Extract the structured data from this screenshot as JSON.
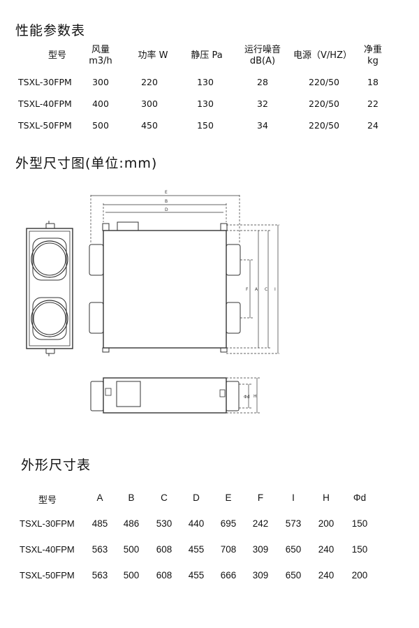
{
  "perf": {
    "title": "性能参数表",
    "headers": [
      {
        "l1": "型号",
        "l2": ""
      },
      {
        "l1": "风量",
        "l2": "m3/h"
      },
      {
        "l1": "功率 W",
        "l2": ""
      },
      {
        "l1": "静压 Pa",
        "l2": ""
      },
      {
        "l1": "运行噪音",
        "l2": "dB(A)"
      },
      {
        "l1": "电源（V/HZ）",
        "l2": ""
      },
      {
        "l1": "净重",
        "l2": "kg"
      }
    ],
    "rows": [
      [
        "TSXL-30FPM",
        "300",
        "220",
        "130",
        "28",
        "220/50",
        "18"
      ],
      [
        "TSXL-40FPM",
        "400",
        "300",
        "130",
        "32",
        "220/50",
        "22"
      ],
      [
        "TSXL-50FPM",
        "500",
        "450",
        "150",
        "34",
        "220/50",
        "24"
      ]
    ]
  },
  "drawing": {
    "title": "外型尺寸图(单位:mm)",
    "labels": {
      "E": "E",
      "B": "B",
      "D": "D",
      "F": "F",
      "A": "A",
      "C": "C",
      "I": "I",
      "phid": "Φd",
      "H": "H"
    }
  },
  "dims": {
    "title": "外形尺寸表",
    "headers": [
      "型号",
      "A",
      "B",
      "C",
      "D",
      "E",
      "F",
      "I",
      "H",
      "Φd"
    ],
    "rows": [
      [
        "TSXL-30FPM",
        "485",
        "486",
        "530",
        "440",
        "695",
        "242",
        "573",
        "200",
        "150"
      ],
      [
        "TSXL-40FPM",
        "563",
        "500",
        "608",
        "455",
        "708",
        "309",
        "650",
        "240",
        "150"
      ],
      [
        "TSXL-50FPM",
        "563",
        "500",
        "608",
        "455",
        "666",
        "309",
        "650",
        "240",
        "200"
      ]
    ]
  }
}
